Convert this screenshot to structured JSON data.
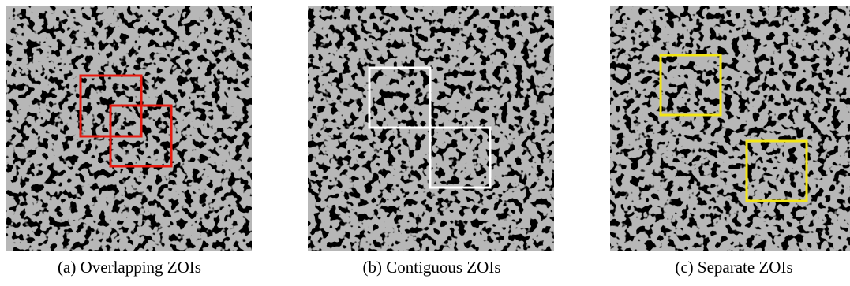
{
  "figure": {
    "panels": [
      {
        "id": "a",
        "caption": "(a)  Overlapping ZOIs",
        "zoi_color": "#e8190f",
        "zoi_count": 2
      },
      {
        "id": "b",
        "caption": "(b)  Contiguous ZOIs",
        "zoi_color": "#ffffff",
        "zoi_count": 2
      },
      {
        "id": "c",
        "caption": "(c)  Separate ZOIs",
        "zoi_color": "#f2e514",
        "zoi_count": 2
      }
    ]
  }
}
